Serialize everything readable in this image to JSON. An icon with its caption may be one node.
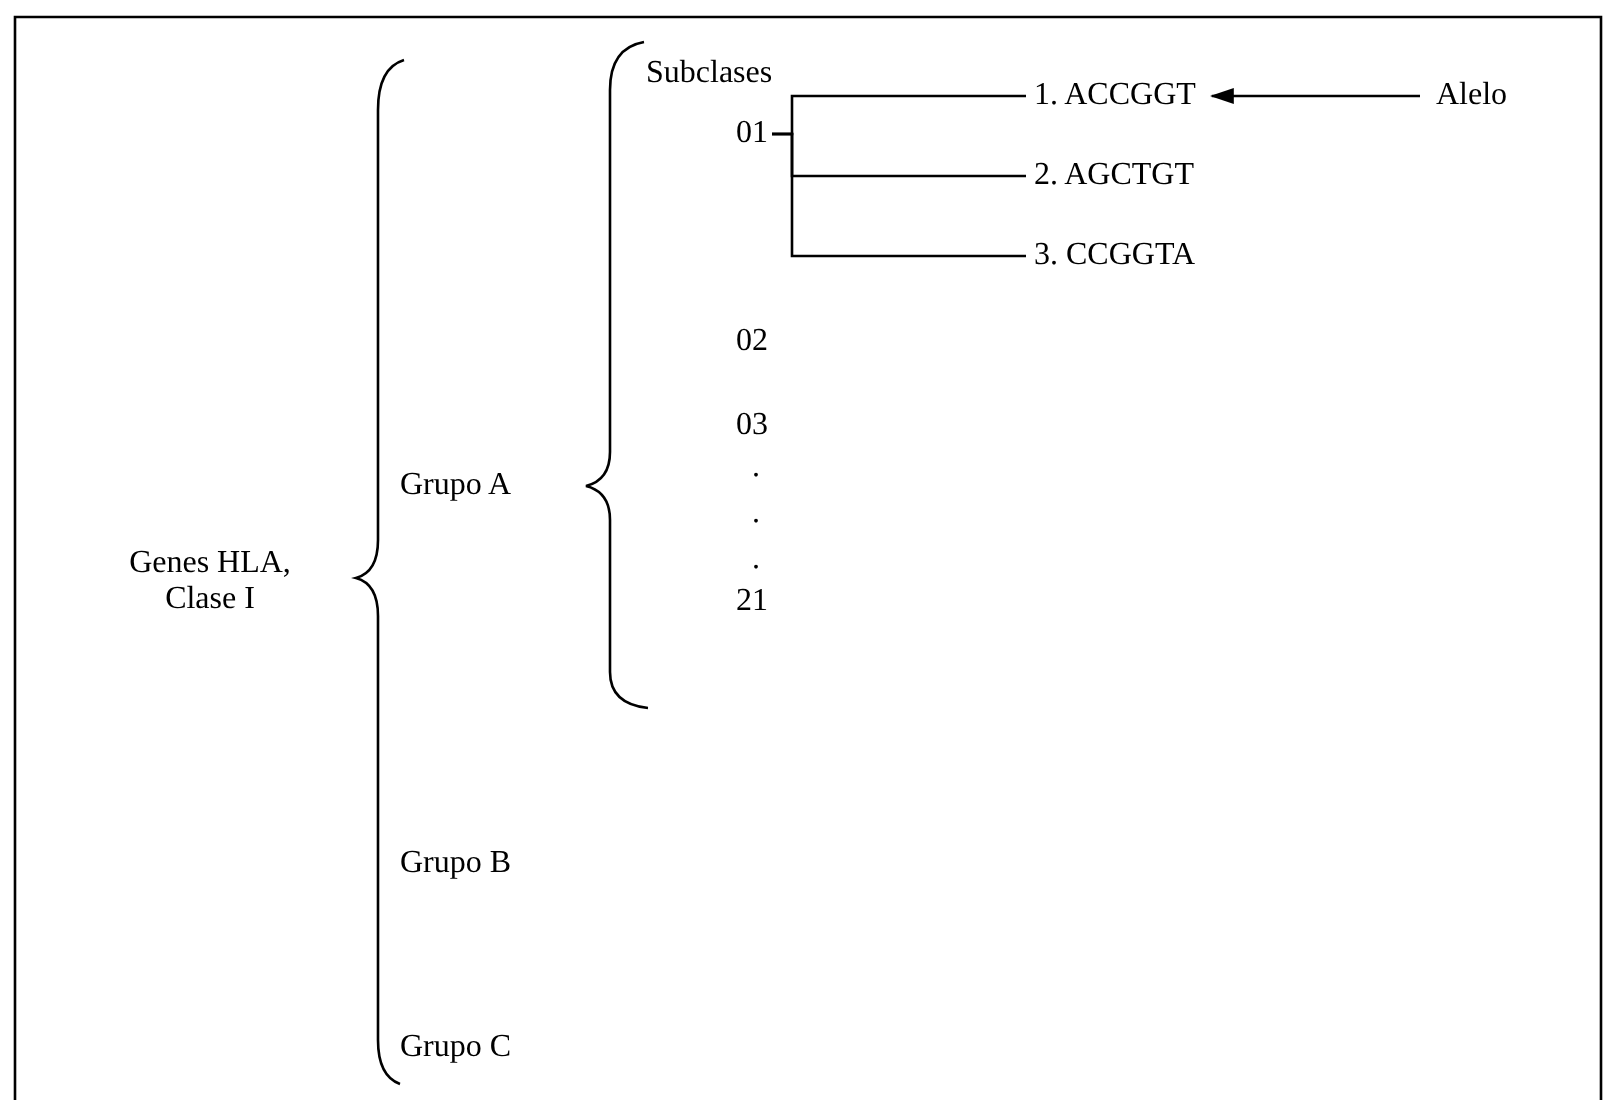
{
  "diagram": {
    "nodes": [
      {
        "text": [
          "01"
        ]
      },
      {
        "text": [
          "1. ACCGGT"
        ]
      },
      {
        "text": [
          "2. AGCTGT"
        ]
      },
      {
        "text": [
          "3. CCGGTA"
        ]
      },
      {
        "text": [
          "Alelo"
        ]
      }
    ],
    "edges": [
      {
        "from": 0,
        "to": 1,
        "arrow": "none"
      },
      {
        "from": 0,
        "to": 2,
        "arrow": "none"
      },
      {
        "from": 0,
        "to": 3,
        "arrow": "none"
      },
      {
        "from": 4,
        "to": 1,
        "arrow": "to"
      }
    ],
    "labels": [
      "Genes HLA, Clase I",
      "Grupo A",
      "Grupo B",
      "Grupo C",
      "Subclases",
      "02",
      "03",
      ".",
      ".",
      ".",
      "21"
    ]
  }
}
